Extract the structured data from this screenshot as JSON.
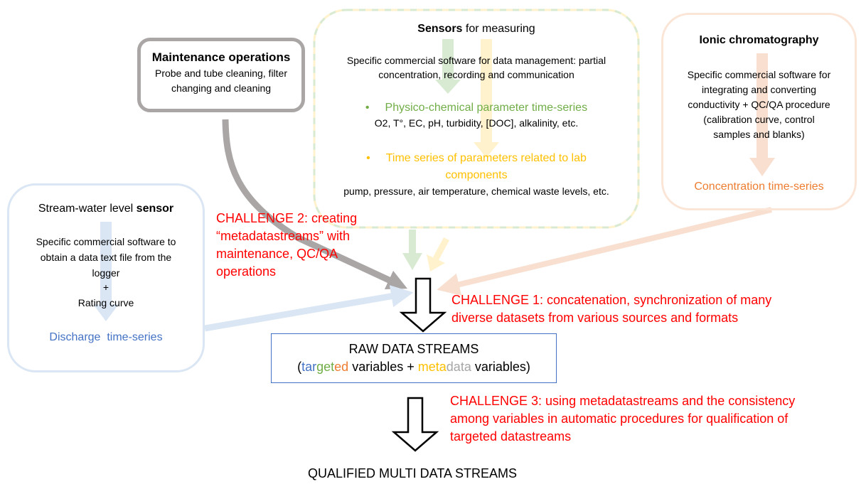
{
  "colors": {
    "maintenance": "#aaa6a6",
    "sensors_green": "#d9ead3",
    "sensors_yellow": "#fff2cc",
    "physico_text": "#70ad47",
    "lab_text": "#ffc000",
    "ionic": "#f8d7c3",
    "concentration_text": "#ed7d31",
    "stream": "#dae6f4",
    "discharge_text": "#4472c4",
    "raw_border": "#4472c4",
    "challenge": "#ff0000",
    "metadata_gray": "#a6a6a6"
  },
  "maintenance": {
    "title": "Maintenance operations",
    "line1": "Probe and tube cleaning, filter",
    "line2": "changing and cleaning"
  },
  "sensors": {
    "title_bold": "Sensors",
    "title_rest": " for measuring",
    "software_line1": "Specific commercial software for data management: partial",
    "software_line2": "concentration, recording and communication",
    "bullet": "•",
    "physico_title": "Physico-chemical parameter time-series",
    "physico_list": "O2, T°, EC, pH, turbidity, [DOC], alkalinity, etc.",
    "lab_title_line1": "Time series of parameters related to lab",
    "lab_title_line2": "components",
    "lab_list": "pump, pressure, air temperature, chemical waste levels, etc."
  },
  "ionic": {
    "title": "Ionic chromatography",
    "lines": [
      "Specific commercial software for",
      "integrating and converting",
      "conductivity + QC/QA procedure",
      "(calibration curve, control",
      "samples and blanks)"
    ],
    "output": "Concentration time-series"
  },
  "stream": {
    "title_rest": "Stream-water level ",
    "title_bold": "sensor",
    "lines": [
      "Specific commercial software to",
      "obtain a data text file from the",
      "logger",
      "+",
      "Rating curve"
    ],
    "output": "Discharge  time-series"
  },
  "challenge2": {
    "lines": [
      "CHALLENGE 2: creating",
      "“metadatastreams” with",
      "maintenance, QC/QA",
      "operations"
    ]
  },
  "challenge1": {
    "lines": [
      "CHALLENGE 1: concatenation, synchronization of many",
      "diverse datasets from various sources and formats"
    ]
  },
  "challenge3": {
    "lines": [
      "CHALLENGE 3: using metadatastreams and the consistency",
      "among variables in automatic procedures for qualification of",
      "targeted datastreams"
    ]
  },
  "raw": {
    "title": "RAW DATA STREAMS",
    "open_paren": "(",
    "tar": "tar",
    "get": "get",
    "ed": "ed",
    "variables1": " variables + ",
    "meta": "meta",
    "data": "data",
    "variables2": " variables)"
  },
  "qualified": {
    "title": "QUALIFIED MULTI DATA STREAMS"
  }
}
